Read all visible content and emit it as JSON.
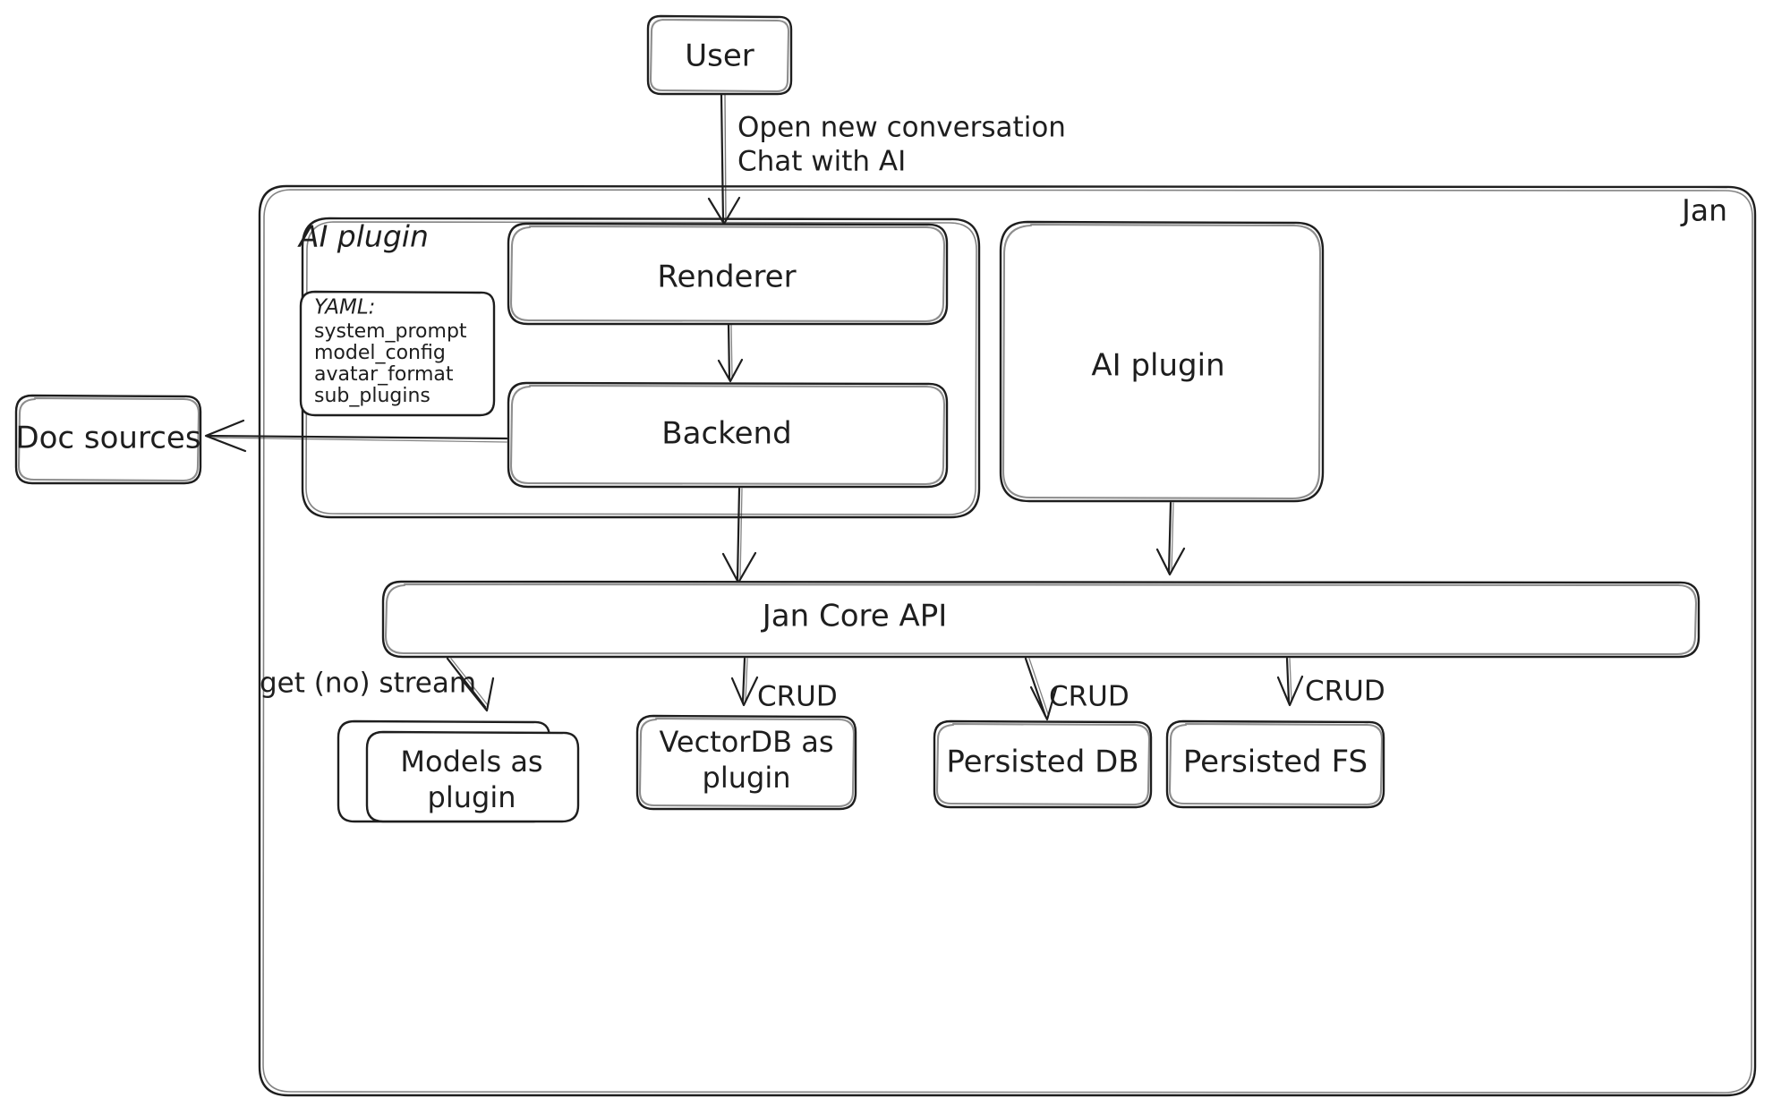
{
  "diagram": {
    "title": "Jan architecture diagram",
    "style": "hand-drawn",
    "stroke_color": "#1e1e1e",
    "background_color": "#ffffff",
    "containers": {
      "jan": {
        "label": "Jan"
      },
      "ai_plugin_group": {
        "label": "AI plugin"
      }
    },
    "nodes": {
      "user": {
        "label": "User"
      },
      "renderer": {
        "label": "Renderer"
      },
      "backend": {
        "label": "Backend"
      },
      "ai_plugin_right": {
        "label": "AI plugin"
      },
      "doc_sources": {
        "label": "Doc sources"
      },
      "jan_core_api": {
        "label": "Jan Core API"
      },
      "models_plugin": {
        "label_line1": "Models as",
        "label_line2": "plugin"
      },
      "vectordb_plugin": {
        "label_line1": "VectorDB as",
        "label_line2": "plugin"
      },
      "persisted_db": {
        "label": "Persisted DB"
      },
      "persisted_fs": {
        "label": "Persisted FS"
      }
    },
    "yaml_note": {
      "header": "YAML:",
      "items": [
        "system_prompt",
        "model_config",
        "avatar_format",
        "sub_plugins"
      ]
    },
    "edge_labels": {
      "user_to_renderer_line1": "Open new conversation",
      "user_to_renderer_line2": "Chat with AI",
      "core_to_models": "get (no) stream",
      "core_to_vectordb": "CRUD",
      "core_to_persisted_db": "CRUD",
      "core_to_persisted_fs": "CRUD"
    }
  }
}
